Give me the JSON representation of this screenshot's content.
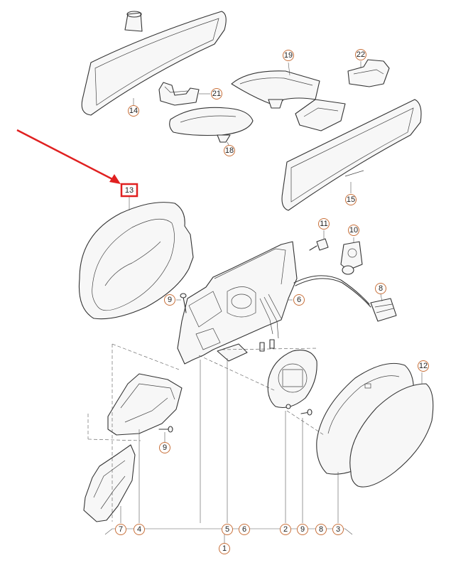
{
  "callouts": {
    "c1": "1",
    "c2": "2",
    "c3": "3",
    "c4": "4",
    "c5": "5",
    "c6a": "6",
    "c6b": "6",
    "c7": "7",
    "c8a": "8",
    "c8b": "8",
    "c9a": "9",
    "c9b": "9",
    "c9c": "9",
    "c10": "10",
    "c11": "11",
    "c12": "12",
    "c13": "13",
    "c14": "14",
    "c15": "15",
    "c18": "18",
    "c19": "19",
    "c21": "21",
    "c22": "22"
  },
  "colors": {
    "highlight": "#e02020",
    "callout_ring": "#c8703a",
    "line": "#333333"
  }
}
